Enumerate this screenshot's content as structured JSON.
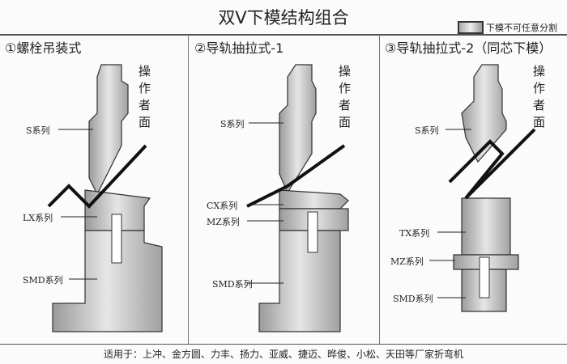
{
  "title": "双V下模结构组合",
  "legend": "下模不可任意分割",
  "panels": [
    {
      "title": "①螺栓吊装式",
      "operator": "操作者面",
      "labels": [
        "S系列",
        "LX系列",
        "SMD系列"
      ]
    },
    {
      "title": "②导轨抽拉式-1",
      "operator": "操作者面",
      "labels": [
        "S系列",
        "CX系列",
        "MZ系列",
        "SMD系列"
      ]
    },
    {
      "title": "③导轨抽拉式-2（同芯下模）",
      "operator": "操作者面",
      "labels": [
        "S系列",
        "TX系列",
        "MZ系列",
        "SMD系列"
      ]
    }
  ],
  "footer": "适用于：上冲、金方圆、力丰、扬力、亚威、捷迈、晔俊、小松、天田等厂家折弯机"
}
